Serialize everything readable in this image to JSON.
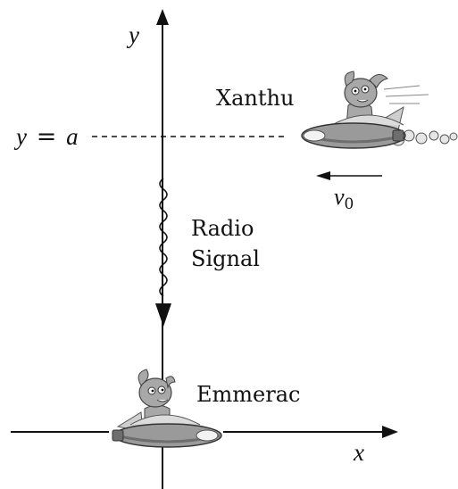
{
  "axes": {
    "y_label": "y",
    "x_label": "x"
  },
  "line_label": {
    "lhs": "y",
    "eq": "=",
    "rhs": "a"
  },
  "xanthu": {
    "name": "Xanthu"
  },
  "emmerac": {
    "name": "Emmerac"
  },
  "velocity": {
    "symbol": "v",
    "subscript": "0"
  },
  "signal": {
    "line1": "Radio",
    "line2": "Signal"
  },
  "colors": {
    "ink": "#111111",
    "ship_hull": "#9a9a9a",
    "ship_dark": "#6e6e6e",
    "alien_skin": "#a8a8a8",
    "dome": "#dcdcdc"
  }
}
